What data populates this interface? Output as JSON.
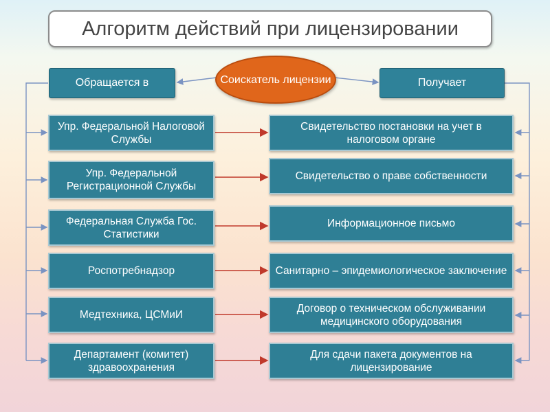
{
  "title": "Алгоритм действий при лицензировании",
  "center": "Соискатель лицензии",
  "left_header": "Обращается в",
  "right_header": "Получает",
  "left_items": [
    "Упр. Федеральной Налоговой Службы",
    "Упр.  Федеральной Регистрационной Службы",
    "Федеральная Служба Гос. Статистики",
    "Роспотребнадзор",
    "Медтехника, ЦСМиИ",
    "Департамент  (комитет) здравоохранения"
  ],
  "right_items": [
    "Свидетельство постановки на учет в налоговом органе",
    "Свидетельство о праве собственности",
    "Информационное письмо",
    "Санитарно – эпидемиологическое заключение",
    "Договор о техническом обслуживании медицинского оборудования",
    "Для сдачи пакета документов на лицензирование"
  ],
  "colors": {
    "box": "#2f7f95",
    "oval": "#e0661b",
    "arrow": "#c0392b",
    "bracket": "#7a93c2"
  }
}
